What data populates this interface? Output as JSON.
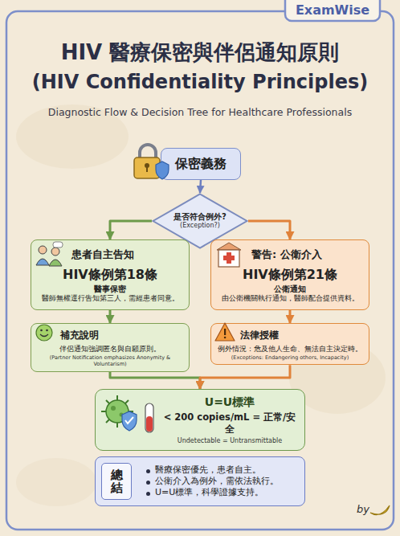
{
  "diagram": {
    "title": "HIV 醫療保密與伴侶通知原則",
    "caption": "Diagnostic Flow & Decision Tree for Healthcare Professionals",
    "nodes": [
      {
        "text": [
          "保密義務"
        ]
      },
      {
        "text": [
          "是否符合例外?",
          "(Exception?)"
        ]
      },
      {
        "text": [
          "患者自主告知",
          "HIV條例第18條",
          "醫事保密",
          "醫師無權逕行告知第三人，需經患者同意。"
        ]
      },
      {
        "text": [
          "警告: 公衛介入",
          "HIV條例第21條",
          "公衛通知",
          "由公衛機關執行通知，醫師配合提供資料。"
        ]
      },
      {
        "text": [
          "補充說明",
          "伴侶通知強調匿名與自願原則。",
          "(Partner Notification emphasizes Anonymity & Voluntarism)"
        ]
      },
      {
        "text": [
          "法律授權",
          "例外情況：危及他人生命、無法自主決定時。",
          "(Exceptions: Endangering others, Incapacity)"
        ]
      },
      {
        "text": [
          "U=U標準",
          "< 200 copies/mL = 正常/安全",
          "Undetectable = Untransmittable"
        ]
      },
      {
        "text": [
          "醫療保密優先，患者自主。",
          "公衛介入為例外，需依法執行。",
          "U=U標準，科學證據支持。"
        ]
      },
      {
        "text": [
          "總結"
        ],
        "in": 7
      }
    ],
    "edges": [
      {
        "from": 0,
        "to": 1,
        "arrow": "to"
      },
      {
        "from": 1,
        "to": 2,
        "arrow": "to"
      },
      {
        "from": 1,
        "to": 3,
        "arrow": "to"
      },
      {
        "from": 2,
        "to": 4,
        "arrow": "to"
      },
      {
        "from": 3,
        "to": 5,
        "arrow": "to"
      },
      {
        "from": 4,
        "to": 6,
        "arrow": "to"
      },
      {
        "from": 5,
        "to": 6,
        "arrow": "to"
      }
    ],
    "labels": [
      "ExamWise",
      "(HIV Confidentiality Principles)",
      "by"
    ]
  }
}
